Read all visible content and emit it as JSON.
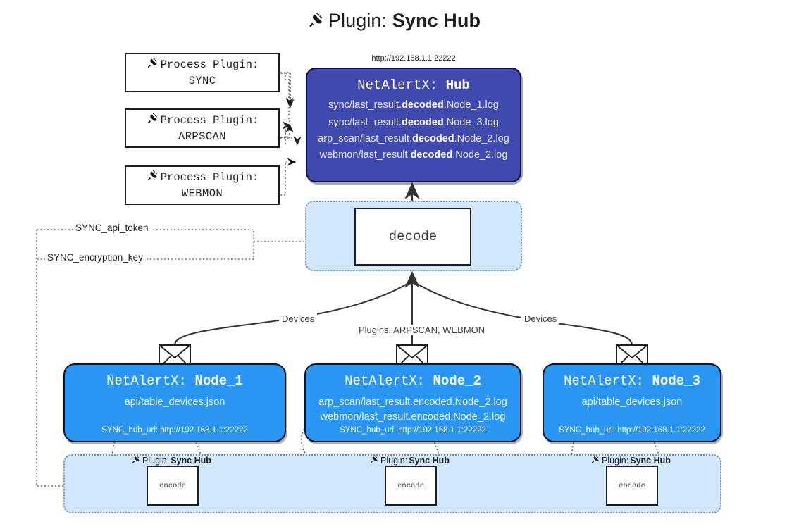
{
  "header": {
    "icon": "plug-icon",
    "prefix": "Plugin:",
    "title": "Sync Hub"
  },
  "hub": {
    "url": "http://192.168.1.1:22222",
    "title_prefix": "NetAlertX:",
    "title_name": "Hub",
    "logs": [
      {
        "pre": "sync/last_result.",
        "mid": "decoded",
        "post": ".Node_1.log"
      },
      {
        "pre": "sync/last_result.",
        "mid": "decoded",
        "post": ".Node_3.log"
      },
      {
        "pre": "arp_scan/last_result.",
        "mid": "decoded",
        "post": ".Node_2.log"
      },
      {
        "pre": "webmon/last_result.",
        "mid": "decoded",
        "post": ".Node_2.log"
      }
    ]
  },
  "process_plugins": [
    {
      "icon": "plug-icon",
      "label": "Process Plugin:",
      "name": "SYNC"
    },
    {
      "icon": "plug-icon",
      "label": "Process Plugin:",
      "name": "ARPSCAN"
    },
    {
      "icon": "plug-icon",
      "label": "Process Plugin:",
      "name": "WEBMON"
    }
  ],
  "decode": {
    "label": "decode"
  },
  "tokens": [
    {
      "label": "SYNC_api_token"
    },
    {
      "label": "SYNC_encryption_key"
    }
  ],
  "edge_labels": {
    "devices_left": "Devices",
    "devices_right": "Devices",
    "plugins_center": "Plugins: ARPSCAN, WEBMON"
  },
  "nodes": [
    {
      "title_prefix": "NetAlertX:",
      "title_name": "Node_1",
      "lines": [
        "api/table_devices.json"
      ],
      "hub_url_label": "SYNC_hub_url: http://192.168.1.1:22222",
      "mail_icon": "envelope-icon"
    },
    {
      "title_prefix": "NetAlertX:",
      "title_name": "Node_2",
      "lines": [
        "arp_scan/last_result.encoded.Node_2.log",
        "webmon/last_result.encoded.Node_2.log"
      ],
      "hub_url_label": "SYNC_hub_url: http://192.168.1.1:22222",
      "mail_icon": "envelope-icon"
    },
    {
      "title_prefix": "NetAlertX:",
      "title_name": "Node_3",
      "lines": [
        "api/table_devices.json"
      ],
      "hub_url_label": "SYNC_hub_url: http://192.168.1.1:22222",
      "mail_icon": "envelope-icon"
    }
  ],
  "encoders": [
    {
      "icon": "plug-icon",
      "prefix": "Plugin:",
      "name": "Sync Hub",
      "label": "encode"
    },
    {
      "icon": "plug-icon",
      "prefix": "Plugin:",
      "name": "Sync Hub",
      "label": "encode"
    },
    {
      "icon": "plug-icon",
      "prefix": "Plugin:",
      "name": "Sync Hub",
      "label": "encode"
    }
  ],
  "colors": {
    "hub_fill": "#4049ad",
    "node_fill": "#2b96f1",
    "container_fill": "#d3e7fa",
    "stroke": "#1d1d1d",
    "background": "#ffffff"
  }
}
